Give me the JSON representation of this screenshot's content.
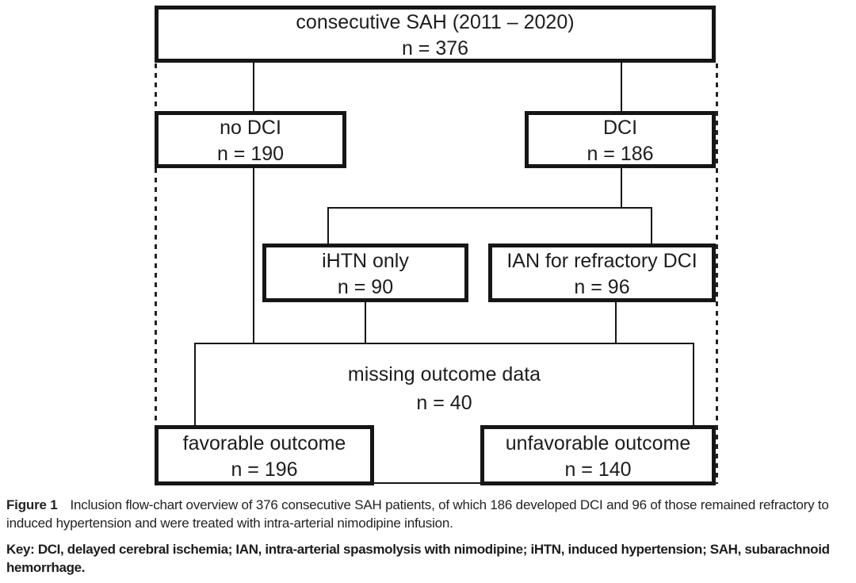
{
  "figure": {
    "flowchart": {
      "nodes": {
        "total": {
          "label": "consecutive SAH (2011 – 2020)",
          "count": "n = 376"
        },
        "no_dci": {
          "label": "no DCI",
          "count": "n = 190"
        },
        "dci": {
          "label": "DCI",
          "count": "n = 186"
        },
        "ihtn_only": {
          "label": "iHTN only",
          "count": "n = 90"
        },
        "ian_refractory": {
          "label": "IAN for refractory DCI",
          "count": "n = 96"
        },
        "missing_outcome": {
          "label": "missing outcome data",
          "count": "n = 40"
        },
        "favorable": {
          "label": "favorable outcome",
          "count": "n = 196"
        },
        "unfavorable": {
          "label": "unfavorable outcome",
          "count": "n = 140"
        }
      }
    },
    "caption": {
      "label": "Figure 1",
      "line1": "Inclusion flow-chart overview of 376 consecutive SAH patients, of which 186 developed DCI and 96 of those remained refractory to",
      "line2": "induced hypertension and were treated with intra-arterial nimodipine infusion."
    },
    "key": {
      "line1": "Key: DCI, delayed cerebral ischemia; IAN, intra-arterial spasmolysis with nimodipine; iHTN, induced hypertension; SAH, subarachnoid",
      "line2": "hemorrhage."
    },
    "colors": {
      "line": "#161616",
      "background": "#ffffff",
      "text": "#1d1d1d"
    }
  }
}
